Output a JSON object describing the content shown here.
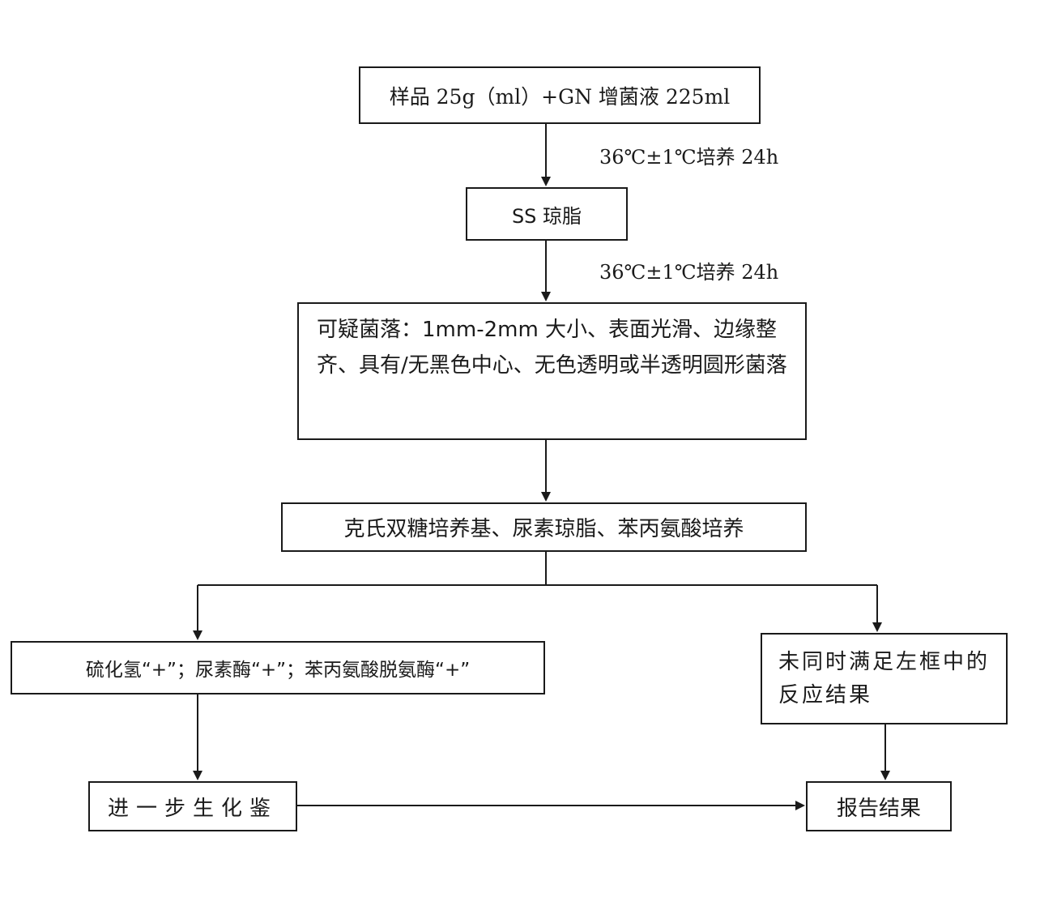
{
  "flowchart": {
    "step1": "样品 25g（ml）+GN 增菌液 225ml",
    "cond1": "36℃±1℃培养 24h",
    "step2": "SS 琼脂",
    "cond2": "36℃±1℃培养 24h",
    "step3": "可疑菌落：1mm-2mm 大小、表面光滑、边缘整齐、具有/无黑色中心、无色透明或半透明圆形菌落",
    "step4": "克氏双糖培养基、尿素琼脂、苯丙氨酸培养",
    "positive": "硫化氢“+”；尿素酶“+”；苯丙氨酸脱氨酶“+”",
    "negative": "未同时满足左框中的反应结果",
    "further": "进一步生化鉴",
    "report": "报告结果"
  }
}
